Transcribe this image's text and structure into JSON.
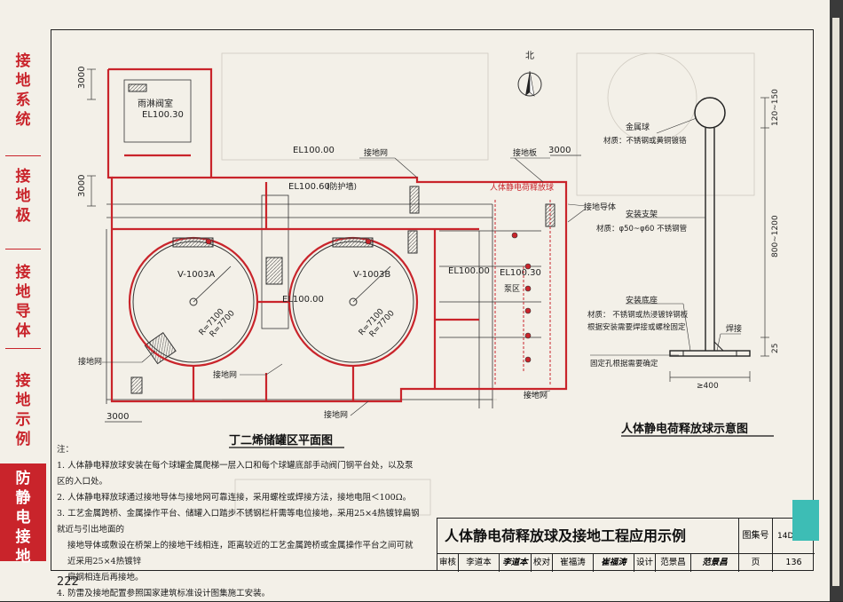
{
  "side_tabs": [
    {
      "label": "接地系统",
      "active": false
    },
    {
      "label": "接地极",
      "active": false
    },
    {
      "label": "接地导体",
      "active": false
    },
    {
      "label": "接地示例",
      "active": false
    },
    {
      "label": "防静电接地",
      "active": true
    }
  ],
  "plan": {
    "title": "丁二烯储罐区平面图",
    "north": "北",
    "room_label": "雨淋阀室",
    "room_el": "EL100.30",
    "el_100": "EL100.00",
    "el_100_60": "EL100.60",
    "wall_label": "(防护墙)",
    "tank_a": "V-1003A",
    "tank_b": "V-1003B",
    "radius_outer": "R=7100",
    "radius_inner": "R=7700",
    "el_right_1": "EL100.00",
    "el_right_2": "EL100.30",
    "pump_area": "泵区",
    "dim_3000": "3000",
    "grounding_net": "接地网",
    "grounding_plate": "接地板",
    "ball_label": "人体静电荷释放球",
    "conductor_label": "接地导体"
  },
  "detail": {
    "title": "人体静电荷释放球示意图",
    "ball": "金属球",
    "ball_mat": "材质：不锈钢或黄铜镀铬",
    "bracket": "安装支架",
    "bracket_mat": "材质：φ50~φ60 不锈钢管",
    "base": "安装底座",
    "base_mat1": "材质： 不锈钢或热浸镀锌钢板",
    "base_mat2": "根据安装需要焊接或螺栓固定",
    "weld": "焊接",
    "holes": "固定孔根据需要确定",
    "dim_top": "120~150",
    "dim_mid": "800~1200",
    "dim_base": "25",
    "dim_width": "≥400"
  },
  "notes": {
    "head": "注：",
    "items": [
      "1. 人体静电释放球安装在每个球罐金属爬梯一层入口和每个球罐底部手动阀门钢平台处，以及泵区的入口处。",
      "2. 人体静电释放球通过接地导体与接地网可靠连接，采用螺栓或焊接方法，接地电阻＜100Ω。",
      "3. 工艺金属跨桥、金属操作平台、储罐入口踏步不锈钢栏杆需等电位接地，采用25×4热镀锌扁钢就近与引出地面的",
      "接地导体或敷设在桥架上的接地干线相连，距离较近的工艺金属跨桥或金属操作平台之间可就近采用25×4热镀锌",
      "扁钢相连后再接地。",
      "4. 防雷及接地配置参照国家建筑标准设计图集施工安装。"
    ]
  },
  "title_block": {
    "title": "人体静电荷释放球及接地工程应用示例",
    "atlas_label": "图集号",
    "atlas_no": "14D504",
    "review_label": "审核",
    "reviewer": "李道本",
    "reviewer_sig": "李道本",
    "check_label": "校对",
    "checker": "崔福涛",
    "checker_sig": "崔福涛",
    "design_label": "设计",
    "designer": "范景昌",
    "designer_sig": "范景昌",
    "page_label": "页",
    "page_no": "136"
  },
  "book_page": "222",
  "colors": {
    "accent_red": "#c9242b",
    "ink": "#222222",
    "paper": "#f3f0e8",
    "tab_teal": "#3dbdb5"
  }
}
